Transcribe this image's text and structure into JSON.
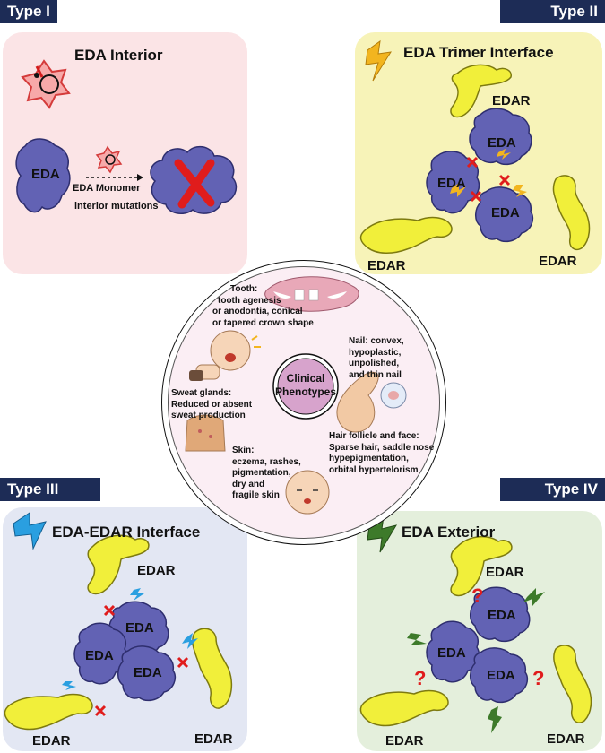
{
  "type_labels": {
    "t1": "Type I",
    "t2": "Type II",
    "t3": "Type III",
    "t4": "Type IV"
  },
  "panel1": {
    "title": "EDA Interior",
    "eda": "EDA",
    "monomer_line1": "EDA Monomer",
    "monomer_line2": "interior mutations",
    "bg": "#fbe4e6"
  },
  "panel2": {
    "title": "EDA Trimer Interface",
    "eda": [
      "EDA",
      "EDA",
      "EDA"
    ],
    "edar": [
      "EDAR",
      "EDAR",
      "EDAR"
    ],
    "bg": "#f7f3b8"
  },
  "panel3": {
    "title": "EDA-EDAR Interface",
    "eda": [
      "EDA",
      "EDA",
      "EDA"
    ],
    "edar": [
      "EDAR",
      "EDAR",
      "EDAR"
    ],
    "bg": "#e3e7f3"
  },
  "panel4": {
    "title": "EDA Exterior",
    "eda": [
      "EDA",
      "EDA",
      "EDA"
    ],
    "edar": [
      "EDAR",
      "EDAR",
      "EDAR"
    ],
    "bg": "#e4efdc"
  },
  "center": {
    "title_line1": "Clinical",
    "title_line2": "Phenotypes",
    "tooth": [
      "Tooth:",
      "tooth agenesis",
      "or anodontia, conical",
      "or tapered crown shape"
    ],
    "nail": [
      "Nail: convex,",
      "hypoplastic,",
      "unpolished,",
      "and thin nail"
    ],
    "sweat": [
      "Sweat glands:",
      "Reduced or absent",
      "sweat production"
    ],
    "hair": [
      "Hair follicle and face:",
      "Sparse hair, saddle nose",
      "hypepigmentation,",
      "orbital hypertelorism"
    ],
    "skin": [
      "Skin:",
      "eczema, rashes,",
      "pigmentation,",
      "dry and",
      "fragile skin"
    ]
  },
  "colors": {
    "eda_fill": "#6262b4",
    "edar_fill": "#f1ef3a",
    "cross": "#e01c1c",
    "question": "#e01c1c",
    "bolt_yellow": "#f2b51f",
    "bolt_blue": "#2a9fe0",
    "bolt_green": "#3d7a2a"
  }
}
